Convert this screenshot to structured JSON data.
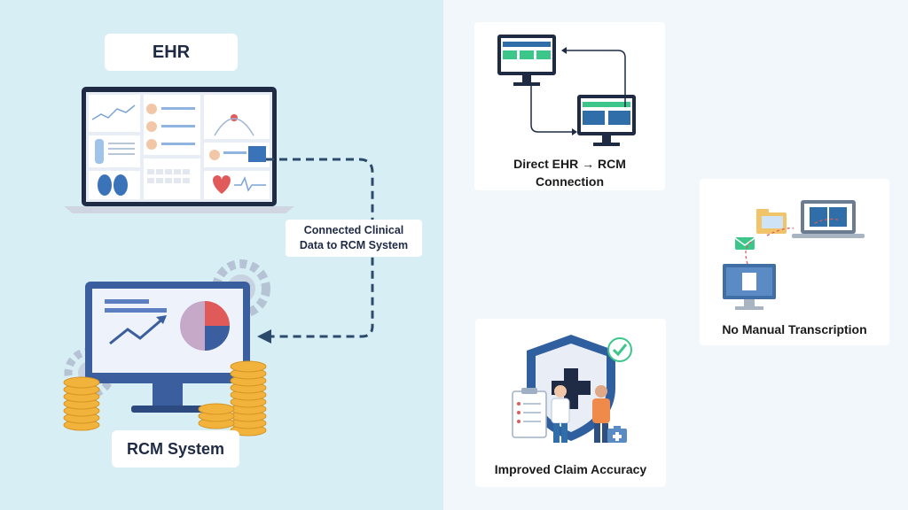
{
  "left": {
    "ehr_label": "EHR",
    "rcm_label": "RCM System",
    "connector_label_line1": "Connected Clinical",
    "connector_label_line2": "Data to RCM System"
  },
  "cards": {
    "direct_line1": "Direct EHR → RCM",
    "direct_line2": "Connection",
    "no_manual": "No Manual Transcription",
    "claim_accuracy": "Improved Claim Accuracy"
  },
  "colors": {
    "left_bg": "#d7eef5",
    "right_bg": "#f2f7fb",
    "primary_blue": "#2f6ea8",
    "accent_green": "#3cc68a",
    "accent_red": "#e05a5a",
    "coin_gold": "#f2b33d"
  },
  "icons": [
    "laptop-icon",
    "monitor-icon",
    "pie-chart-icon",
    "gear-icon",
    "coins-icon",
    "shield-icon",
    "check-icon",
    "envelope-icon",
    "folder-icon",
    "clipboard-icon",
    "medkit-icon"
  ]
}
